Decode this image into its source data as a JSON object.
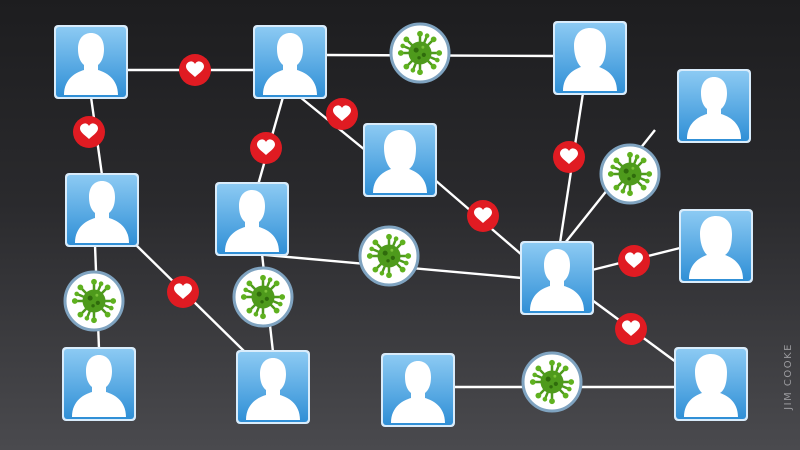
{
  "credit": "JIM COOKE",
  "colors": {
    "background_top": "#1d1d1f",
    "background_bottom": "#4a4a4e",
    "edge": "#ffffff",
    "avatar_tile_top": "#8ccaf3",
    "avatar_tile_bottom": "#2f8fd6",
    "heart_badge": "#e01b22",
    "virus_badge_fill": "#ffffff",
    "virus_badge_ring": "#7fa3c0",
    "virus": "#4e9a1c"
  },
  "people": [
    {
      "id": "p1",
      "icon": "person-silhouette-icon"
    },
    {
      "id": "p2",
      "icon": "person-silhouette-icon"
    },
    {
      "id": "p3",
      "icon": "person-silhouette-icon"
    },
    {
      "id": "p4",
      "icon": "person-silhouette-icon"
    },
    {
      "id": "p5",
      "icon": "person-silhouette-icon"
    },
    {
      "id": "p6",
      "icon": "person-silhouette-icon"
    },
    {
      "id": "p7",
      "icon": "person-silhouette-icon"
    },
    {
      "id": "p8",
      "icon": "person-silhouette-icon"
    },
    {
      "id": "p9",
      "icon": "person-silhouette-icon"
    },
    {
      "id": "p10",
      "icon": "person-silhouette-icon"
    },
    {
      "id": "p11",
      "icon": "person-silhouette-icon"
    },
    {
      "id": "p12",
      "icon": "person-silhouette-icon"
    },
    {
      "id": "p13",
      "icon": "person-silhouette-icon"
    },
    {
      "id": "p14",
      "icon": "person-silhouette-icon"
    }
  ],
  "connections": [
    {
      "from": "p1",
      "to": "p2",
      "link": "heart"
    },
    {
      "from": "p2",
      "to": "p3",
      "link": "virus"
    },
    {
      "from": "p1",
      "to": "p4",
      "link": "heart"
    },
    {
      "from": "p2",
      "to": "p5",
      "link": "heart"
    },
    {
      "from": "p2",
      "to": "p6",
      "link": "heart"
    },
    {
      "from": "p6",
      "to": "p8",
      "link": "virus"
    },
    {
      "from": "p3",
      "to": "p8",
      "link": "heart"
    },
    {
      "from": "p7",
      "to": "p8",
      "link": "virus"
    },
    {
      "from": "p5",
      "to": "p8",
      "link": "heart"
    },
    {
      "from": "p8",
      "to": "p9",
      "link": "heart"
    },
    {
      "from": "p8",
      "to": "p14",
      "link": "heart"
    },
    {
      "from": "p4",
      "to": "p10",
      "link": "virus"
    },
    {
      "from": "p4",
      "to": "p11",
      "link": "heart"
    },
    {
      "from": "p5",
      "to": "p11",
      "link": "virus"
    },
    {
      "from": "p12",
      "to": "p14",
      "link": "virus"
    }
  ]
}
